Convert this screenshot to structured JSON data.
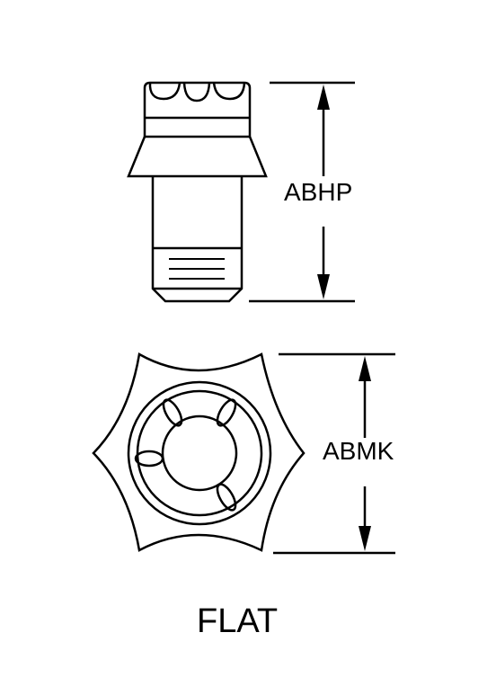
{
  "labels": {
    "height_dimension": "ABHP",
    "width_dimension": "ABMK",
    "title": "FLAT"
  }
}
